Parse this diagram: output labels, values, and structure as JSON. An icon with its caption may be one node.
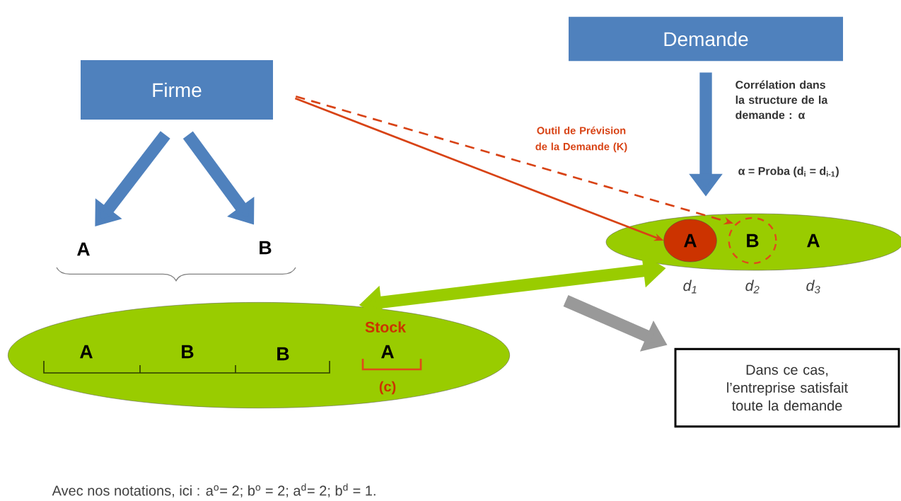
{
  "diagram": {
    "nodes": [
      {
        "text": [
          "Firme"
        ]
      },
      {
        "text": [
          "Demande"
        ]
      },
      {
        "text": [
          "A"
        ]
      },
      {
        "text": [
          "B"
        ]
      },
      {
        "text": [],
        "shape": "ellipse"
      },
      {
        "text": [],
        "shape": "ellipse"
      },
      {
        "text": [
          "A"
        ],
        "in": 5
      },
      {
        "text": [
          "B"
        ],
        "in": 5
      },
      {
        "text": [
          "Dans ce cas, l’entreprise satisfait toute la demande"
        ]
      }
    ],
    "edges": [
      {
        "from": 0,
        "to": 2,
        "arrow": "to",
        "color": "#4f81bd"
      },
      {
        "from": 0,
        "to": 3,
        "arrow": "to",
        "color": "#4f81bd"
      },
      {
        "from": 1,
        "to": 5,
        "arrow": "to",
        "color": "#4f81bd"
      },
      {
        "from": 0,
        "to": 6,
        "arrow": "to",
        "color": "#d84315"
      },
      {
        "from": 0,
        "to": 7,
        "arrow": "to",
        "style": "dashed",
        "color": "#d84315",
        "label": "Outil de Prévision de la Demande (K)"
      },
      {
        "from": 4,
        "to": 5,
        "arrow": "both",
        "color": "#99cc00"
      },
      {
        "from": null,
        "to": 8,
        "arrow": "to",
        "color": "#999999"
      }
    ],
    "labels": [
      "Corrélation dans la structure de la demande : α",
      "α = Proba (d$_{i}$ = d$_{i-1}$)",
      "A",
      "d$_{1}$",
      "d$_{2}$",
      "d$_{3}$",
      "Stock",
      "A",
      "B",
      "B",
      "A",
      "(c)",
      "Avec nos notations, ici : a$^{o}$= 2; b$^{o}$ = 2; a$^{d}$= 2; b$^{d}$ = 1."
    ]
  }
}
